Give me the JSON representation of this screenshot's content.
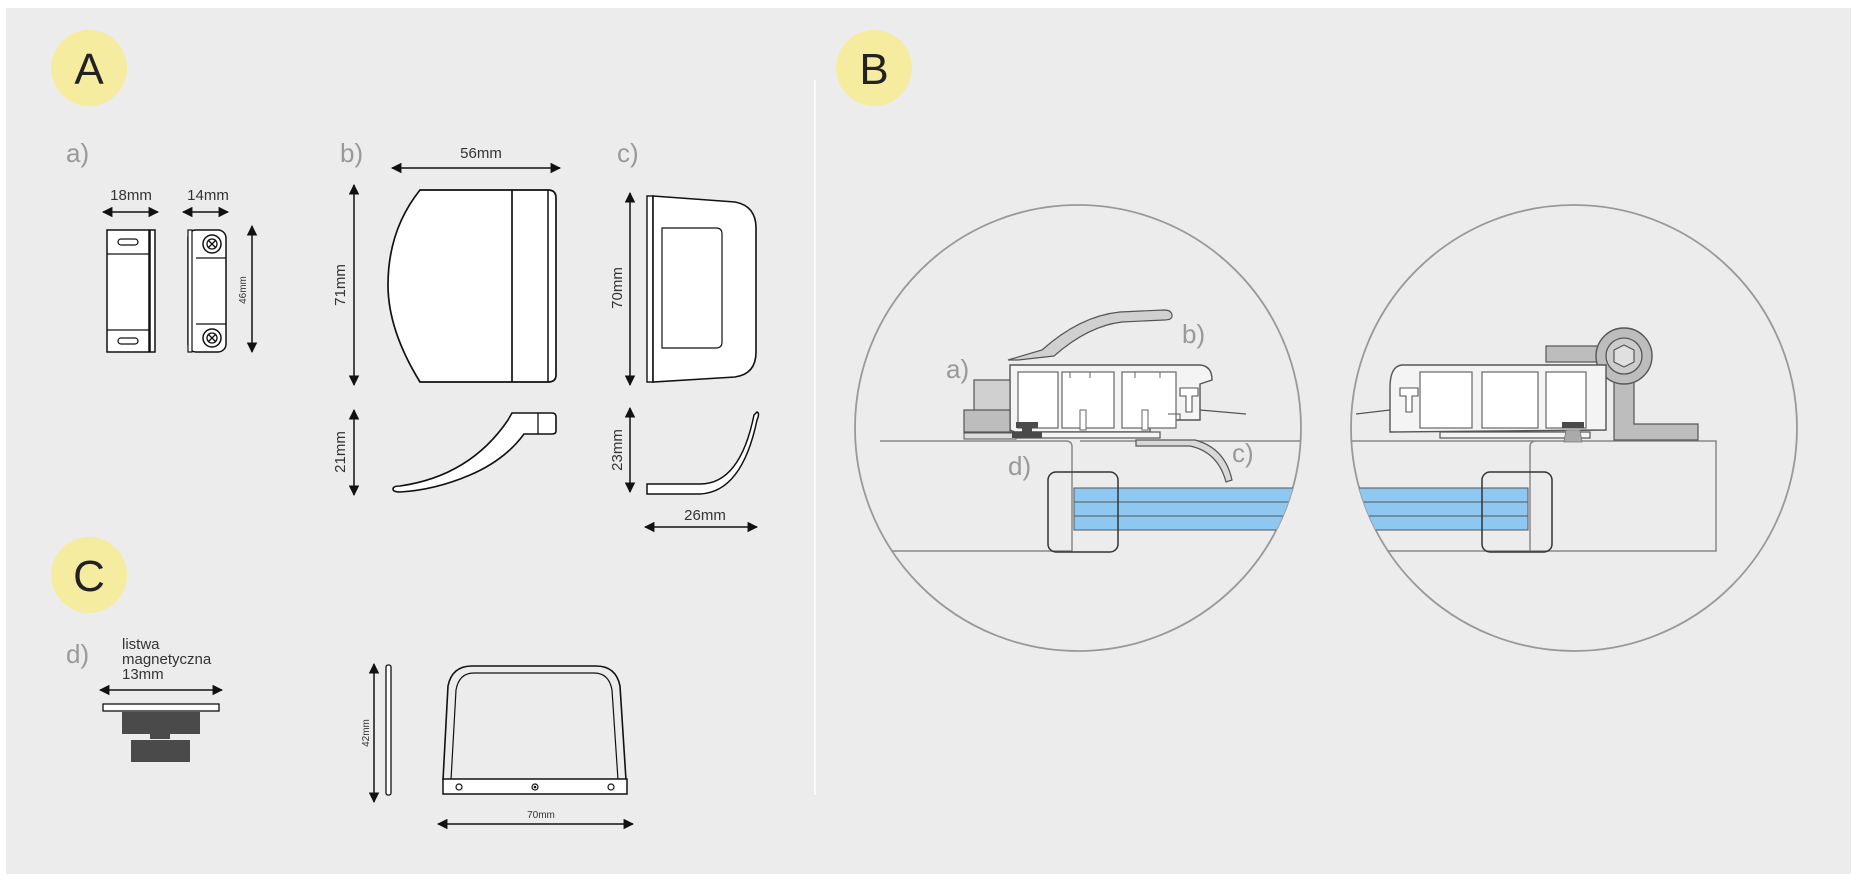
{
  "sections": {
    "a": {
      "badge": "A"
    },
    "b": {
      "badge": "B"
    },
    "c": {
      "badge": "C"
    }
  },
  "parts": {
    "a": {
      "label": "a)",
      "dim_width_1": "18mm",
      "dim_width_2": "14mm",
      "dim_height": "46mm"
    },
    "b": {
      "label": "b)",
      "dim_width": "56mm",
      "dim_height_top": "71mm",
      "dim_height_bottom": "21mm"
    },
    "c": {
      "label": "c)",
      "dim_height_top": "70mm",
      "dim_height_bottom": "23mm",
      "dim_width": "26mm"
    },
    "d": {
      "label": "d)",
      "strip_line1": "listwa",
      "strip_line2": "magnetyczna",
      "strip_line3": "13mm",
      "dim_height": "42mm",
      "dim_width": "70mm"
    }
  },
  "detail_labels": {
    "a": "a)",
    "b": "b)",
    "c": "c)",
    "d": "d)"
  },
  "colors": {
    "badge": "#f5eca0",
    "background": "#ececec",
    "glass": "#8ec7ef",
    "dark_part": "#4a4a4a"
  }
}
